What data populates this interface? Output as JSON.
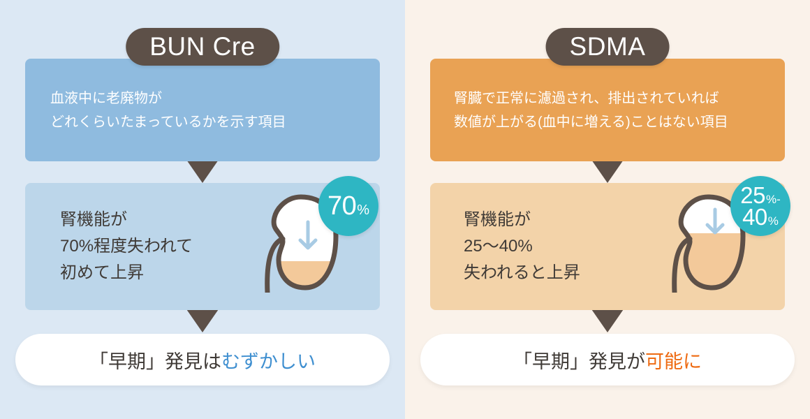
{
  "meta": {
    "background_left": "#dce8f4",
    "background_right": "#faf2ea",
    "accent_teal": "#2eb6c3",
    "accent_brown": "#5d5048"
  },
  "panels": {
    "bun": {
      "title": "BUN Cre",
      "description_lines": [
        "血液中に老廃物が",
        "どれくらいたまっているかを示す項目"
      ],
      "result_lines": [
        "腎機能が",
        "70%程度失われて",
        "初めて上昇"
      ],
      "badge": {
        "line1_number": "70",
        "line1_symbol": "%",
        "line2_number": "",
        "line2_symbol": ""
      },
      "kidney": {
        "white_fraction_percent": 70,
        "fill_color": "#f3c99a",
        "outline_color": "#5d5048",
        "arrow_color": "#a8cbe4"
      },
      "conclusion_prefix": "「早期」発見は",
      "conclusion_accent": "むずかしい",
      "colors": {
        "desc_box": "#8fbbdf",
        "result_box": "#bcd6ea",
        "accent_text": "#3f8fd0"
      }
    },
    "sdma": {
      "title": "SDMA",
      "description_lines": [
        "腎臓で正常に濾過され、排出されていれば",
        "数値が上がる(血中に増える)ことはない項目"
      ],
      "result_lines": [
        "腎機能が",
        "25〜40%",
        "失われると上昇"
      ],
      "badge": {
        "line1_number": "25",
        "line1_symbol": "%-",
        "line2_number": "40",
        "line2_symbol": "%"
      },
      "kidney": {
        "white_fraction_percent": 30,
        "fill_color": "#f3c99a",
        "outline_color": "#5d5048",
        "arrow_color": "#a8cbe4"
      },
      "conclusion_prefix": "「早期」発見が",
      "conclusion_accent": "可能に",
      "colors": {
        "desc_box": "#e9a254",
        "result_box": "#f3d3a9",
        "accent_text": "#ee6a11"
      }
    }
  }
}
